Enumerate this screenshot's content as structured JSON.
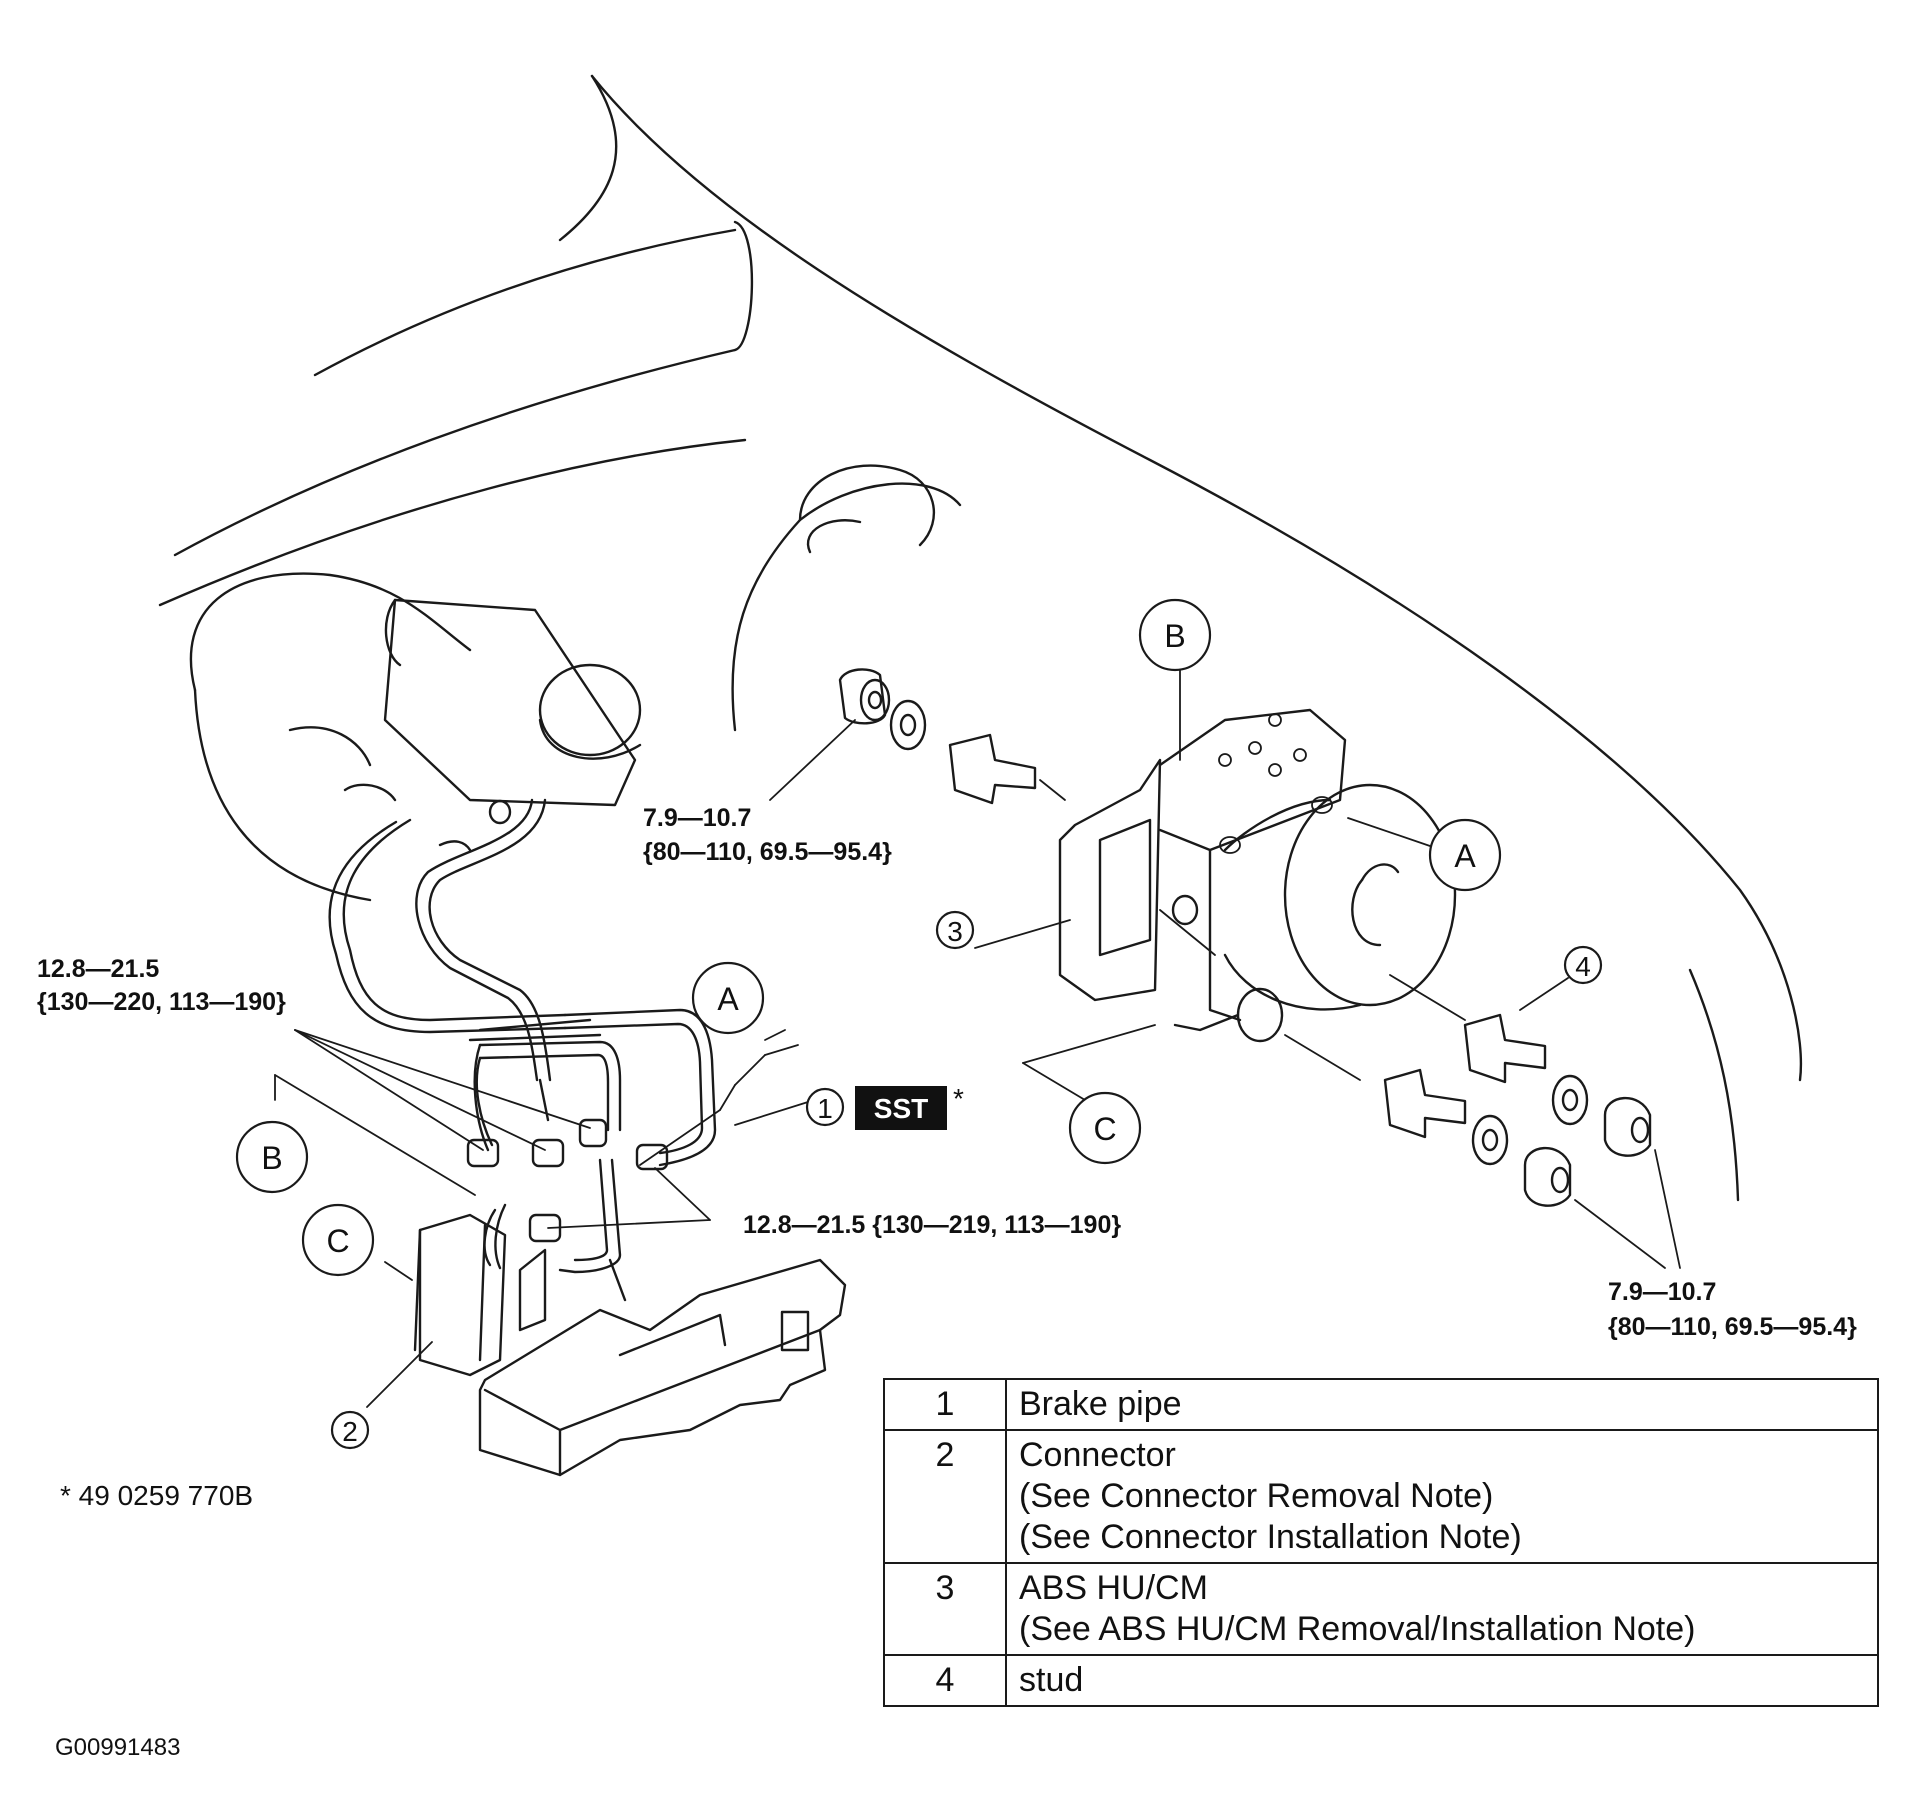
{
  "callouts": {
    "A": "A",
    "B": "B",
    "C": "C",
    "n1": "1",
    "n2": "2",
    "n3": "3",
    "n4": "4"
  },
  "sst": {
    "label": "SST",
    "asterisk": "*"
  },
  "torques": {
    "upper_nut_range": "7.9—10.7",
    "upper_nut_alt": "{80—110, 69.5—95.4}",
    "left_pipes_range": "12.8—21.5",
    "left_pipes_alt": "{130—220, 113—190}",
    "center_pipes": "12.8—21.5 {130—219, 113—190}",
    "right_nut_range": "7.9—10.7",
    "right_nut_alt": "{80—110, 69.5—95.4}"
  },
  "footnote": "* 49 0259 770B",
  "figure_code": "G00991483",
  "legend": [
    {
      "num": "1",
      "lines": [
        "Brake pipe"
      ]
    },
    {
      "num": "2",
      "lines": [
        "Connector",
        "(See Connector Removal Note)",
        "(See Connector Installation Note)"
      ]
    },
    {
      "num": "3",
      "lines": [
        "ABS HU/CM",
        "(See ABS HU/CM Removal/Installation Note)"
      ]
    },
    {
      "num": "4",
      "lines": [
        "stud"
      ]
    }
  ]
}
